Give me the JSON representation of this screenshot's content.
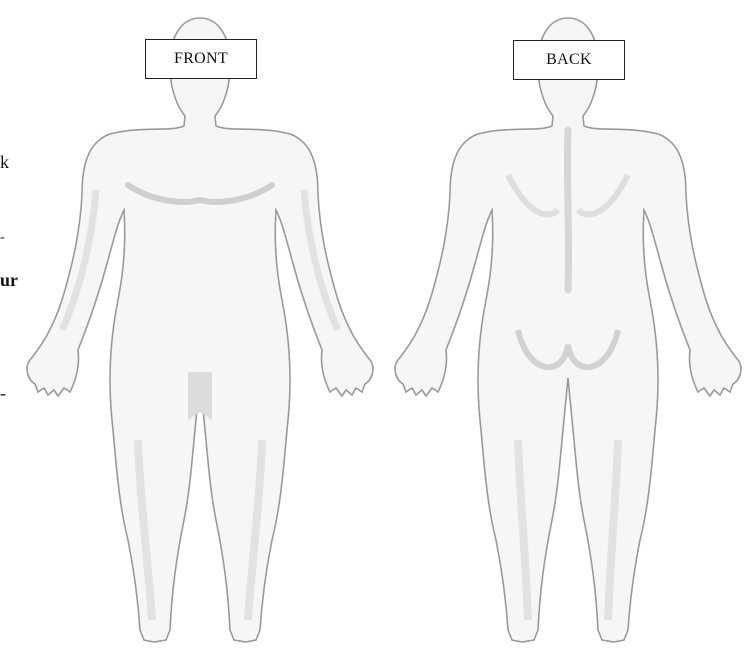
{
  "labels": {
    "front": "FRONT",
    "back": "BACK"
  },
  "left_text_fragments": [
    "k",
    "-",
    "ur",
    "-"
  ],
  "colors": {
    "outline": "#9a9a9a",
    "skin": "#f6f6f6",
    "shade": "#dcdcdc"
  }
}
